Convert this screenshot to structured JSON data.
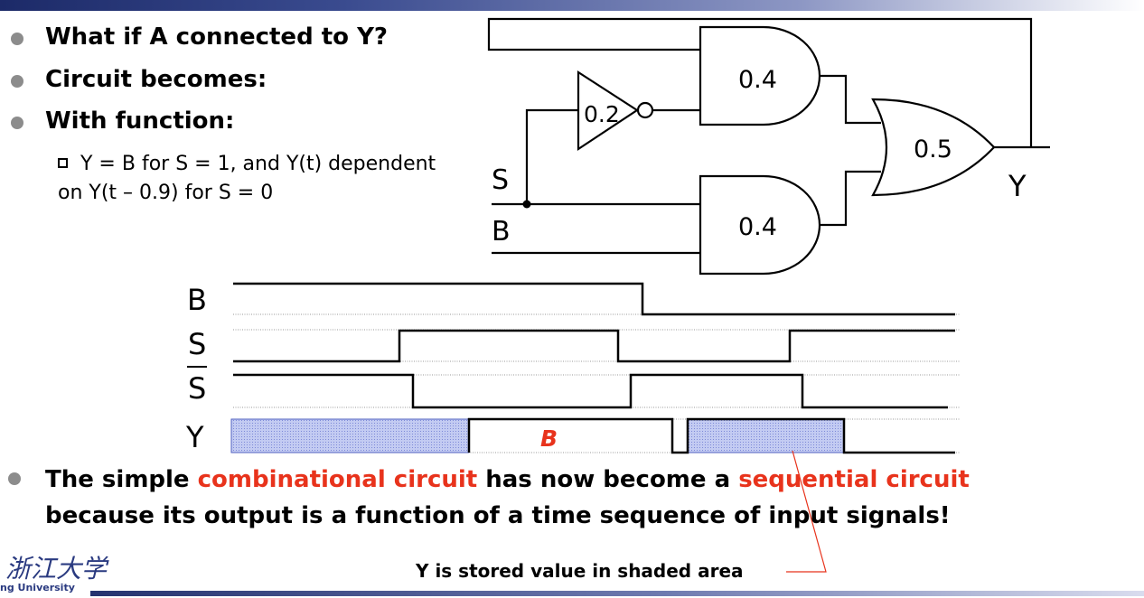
{
  "bullets": [
    "What if A connected to Y?",
    "Circuit becomes:",
    "With function:"
  ],
  "subpoint": {
    "line1": "Y = B for S = 1, and Y(t) dependent",
    "line2": "on Y(t – 0.9) for S = 0"
  },
  "circuit": {
    "inverter_delay": "0.2",
    "and_top_delay": "0.4",
    "and_bottom_delay": "0.4",
    "or_delay": "0.5",
    "input_s": "S",
    "input_b": "B",
    "output_y": "Y"
  },
  "timing": {
    "labels": [
      "B",
      "S",
      "S",
      "Y"
    ],
    "y_annotation": "B"
  },
  "conclusion": {
    "p1": "The simple ",
    "p2": "combinational circuit",
    "p3": " has now become a ",
    "p4": "sequential circuit",
    "line2": "because its output is a function of a time sequence of input signals!"
  },
  "footer_note": "Y is stored value in shaded area",
  "logo": {
    "glyphs": "浙江大学",
    "caption": "ng University"
  },
  "colors": {
    "accent_red": "#e8331c",
    "shade_blue": "#a9b4ea",
    "bullet_gray": "#8c8c8c",
    "brand_blue": "#25336f"
  }
}
